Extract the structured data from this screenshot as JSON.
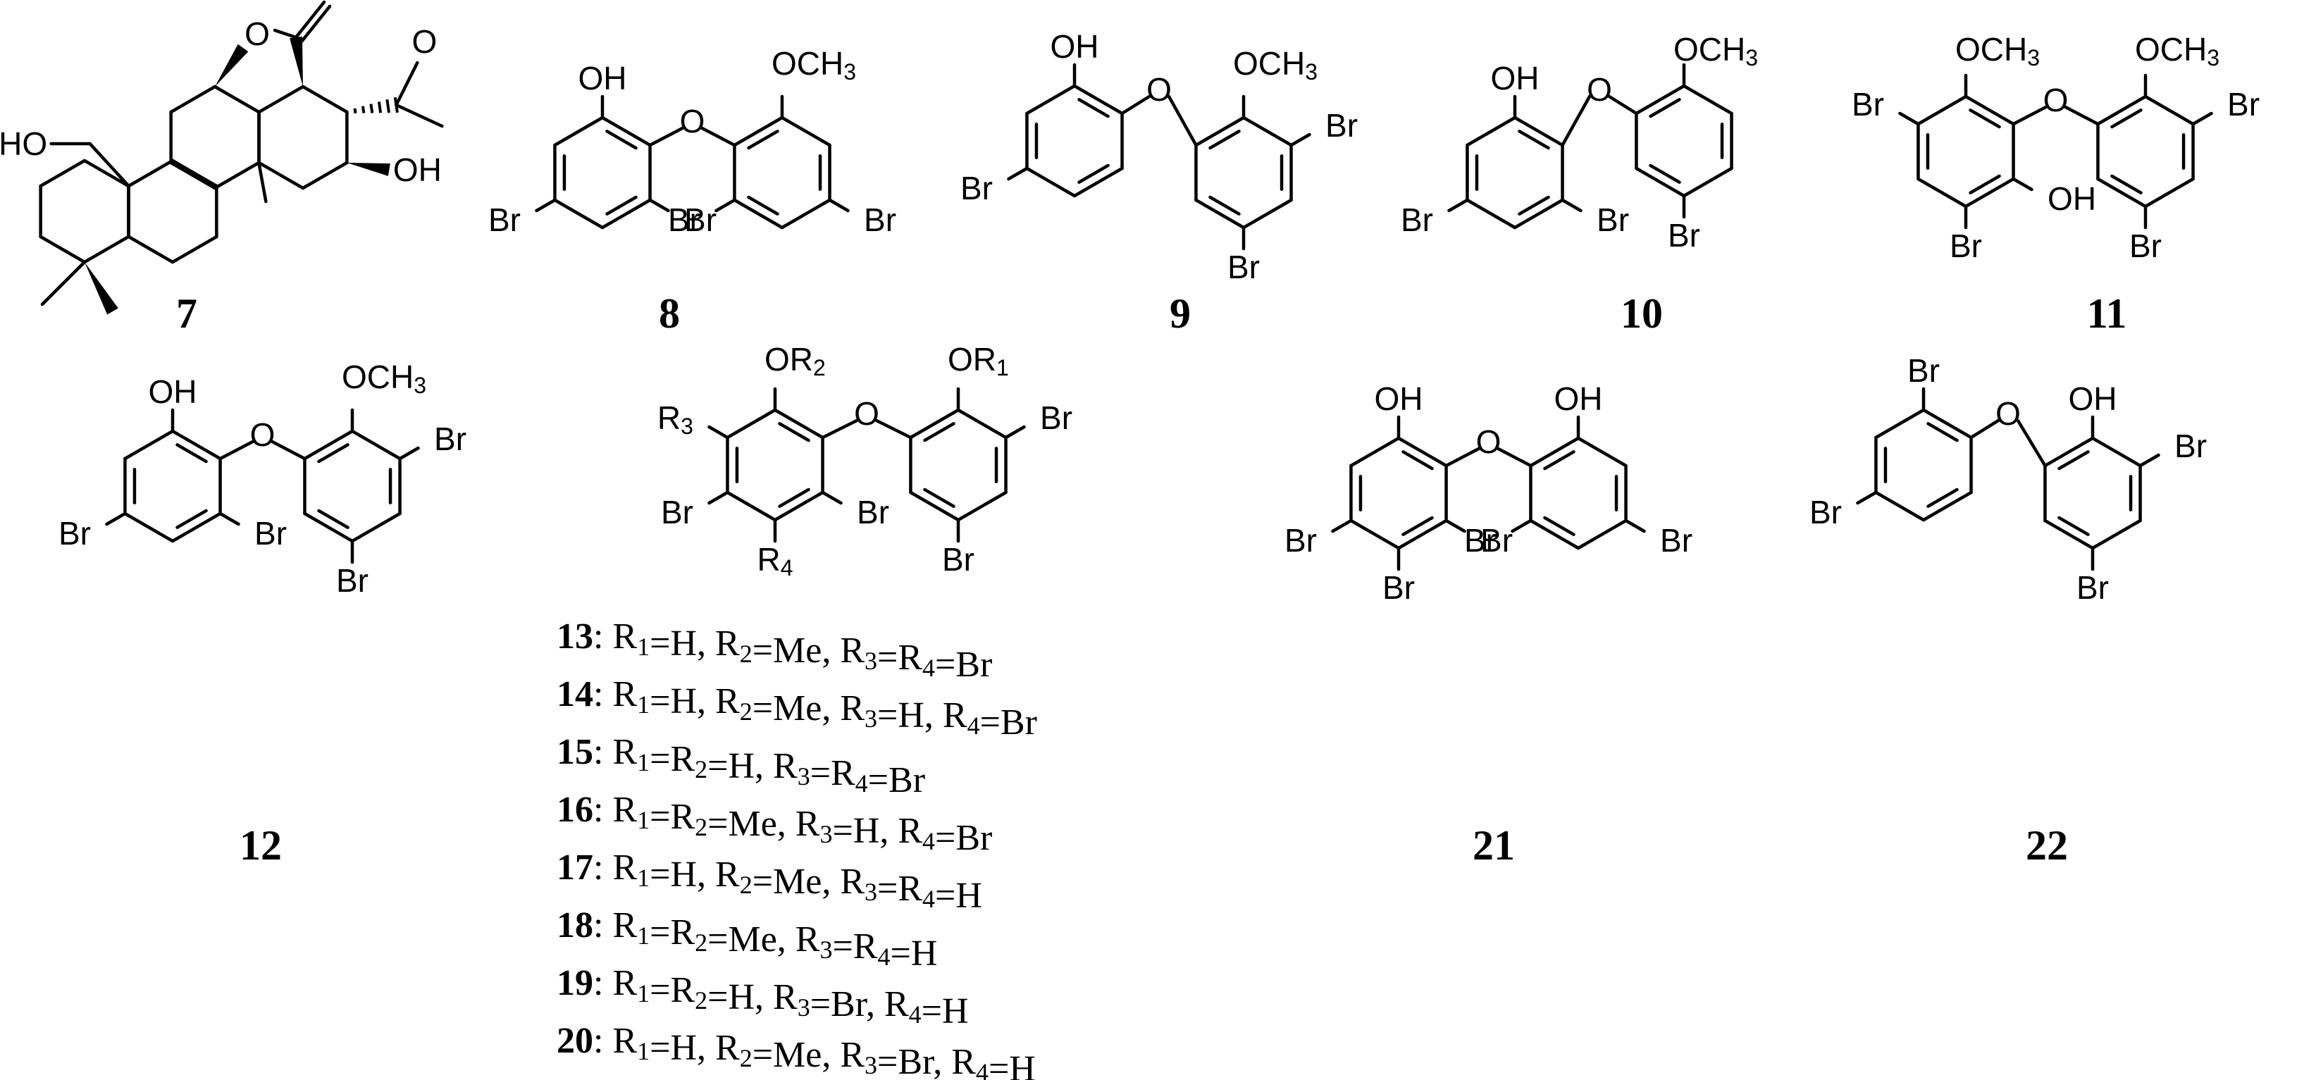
{
  "atoms": {
    "Br": "Br",
    "O": "O",
    "OH": "OH",
    "HO": "HO",
    "OCH": "OCH",
    "OCH_sub": "3",
    "OR": "OR",
    "R": "R",
    "sub1": "1",
    "sub2": "2",
    "sub3": "3",
    "sub4": "4"
  },
  "compounds": {
    "c7": "7",
    "c8": "8",
    "c9": "9",
    "c10": "10",
    "c11": "11",
    "c12": "12",
    "c21": "21",
    "c22": "22"
  },
  "substituents": [
    {
      "num": "13",
      "text": ": R1=H, R2=Me, R3=R4=Br"
    },
    {
      "num": "14",
      "text": ": R1=H, R2=Me, R3=H, R4=Br"
    },
    {
      "num": "15",
      "text": ": R1=R2=H, R3=R4=Br"
    },
    {
      "num": "16",
      "text": ": R1=R2=Me, R3=H, R4=Br"
    },
    {
      "num": "17",
      "text": ": R1=H, R2=Me, R3=R4=H"
    },
    {
      "num": "18",
      "text": ": R1=R2=Me, R3=R4=H"
    },
    {
      "num": "19",
      "text": ": R1=R2=H, R3=Br, R4=H"
    },
    {
      "num": "20",
      "text": ": R1=H, R2=Me, R3=Br, R4=H"
    }
  ]
}
